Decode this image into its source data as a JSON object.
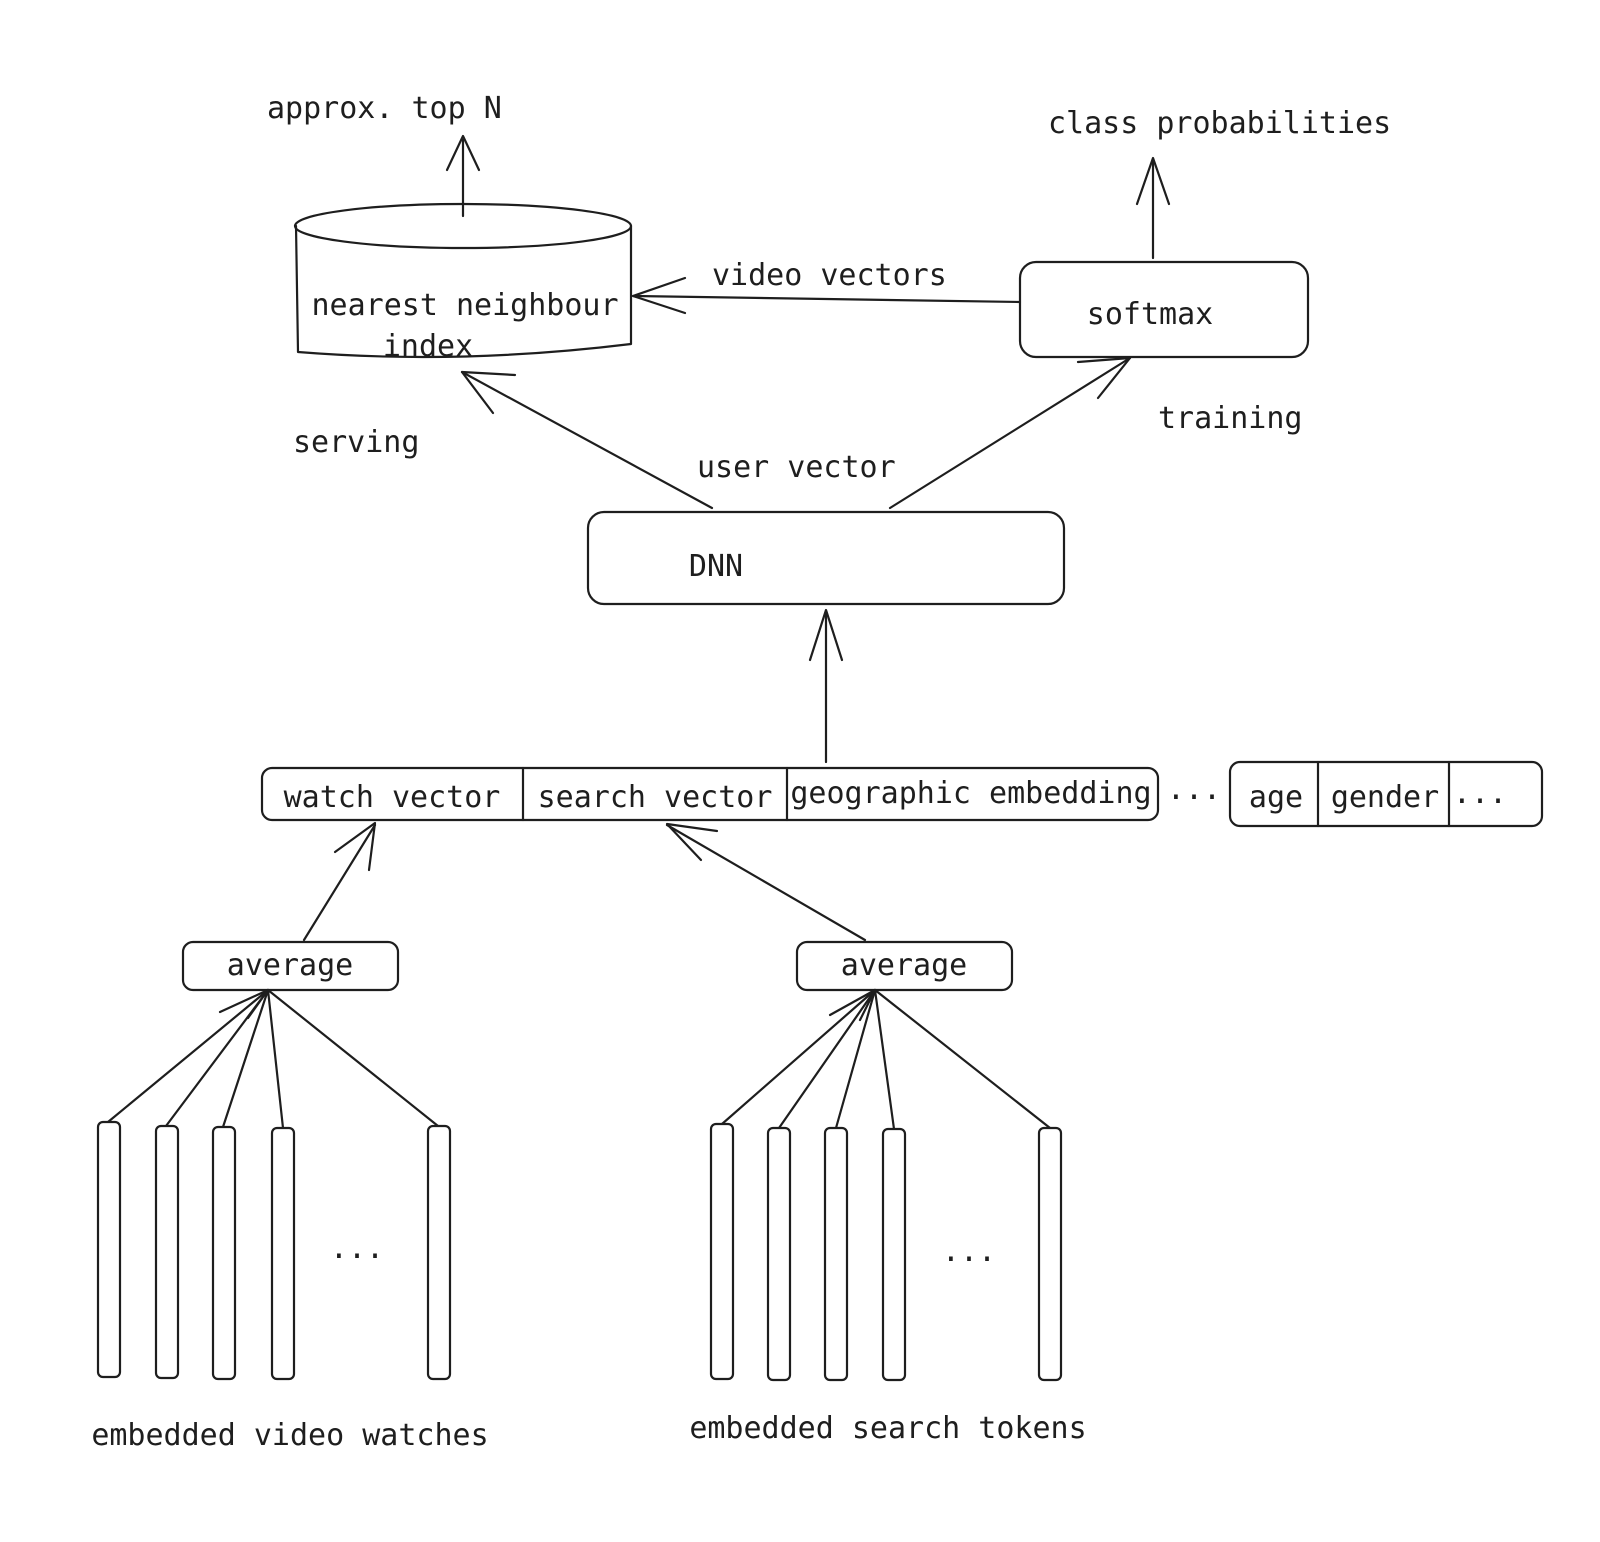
{
  "labels": {
    "approx_top_n": "approx. top N",
    "class_probabilities": "class probabilities",
    "video_vectors": "video vectors",
    "nearest_neighbour_index_line1": "nearest neighbour",
    "nearest_neighbour_index_line2": "index",
    "softmax": "softmax",
    "serving": "serving",
    "training": "training",
    "user_vector": "user vector",
    "dnn": "DNN",
    "feature_ellipsis": "...",
    "embedded_video_watches": "embedded video watches",
    "embedded_search_tokens": "embedded search tokens",
    "watches_ellipsis": "...",
    "tokens_ellipsis": "..."
  },
  "feature_vector": [
    "watch vector",
    "search vector",
    "geographic embedding"
  ],
  "extra_features": [
    "age",
    "gender",
    "..."
  ],
  "averages": {
    "watch": "average",
    "search": "average"
  },
  "colors": {
    "ink": "#1e1e1e",
    "background": "#ffffff"
  }
}
